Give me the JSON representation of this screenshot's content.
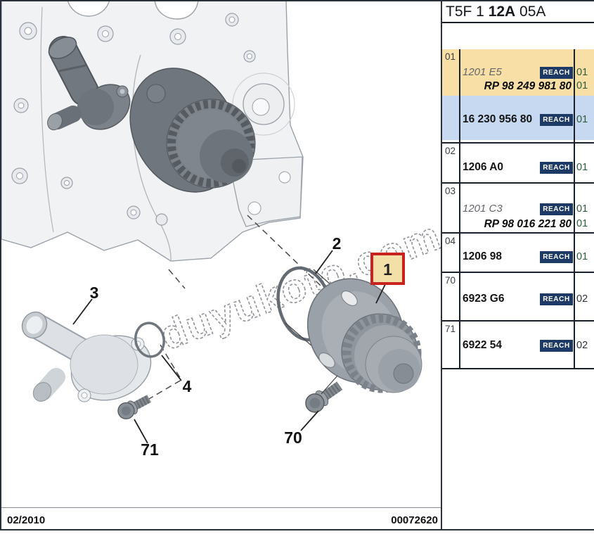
{
  "page": {
    "title_code": {
      "prefix": "T5F 1 ",
      "bold": "12A",
      "suffix": " 05A"
    }
  },
  "footer": {
    "date": "02/2010",
    "doc_number": "00072620"
  },
  "watermark": "duyukoto.com",
  "diagram": {
    "labels": {
      "water_pump": "1",
      "gasket_large": "2",
      "thermostat_housing": "3",
      "oring_small": "4",
      "bolt_water_pump": "70",
      "bolt_housing": "71"
    }
  },
  "colors": {
    "highlight_yellow": "#F7DFA6",
    "highlight_blue": "#C6D9F1",
    "reach_badge_bg": "#1D3966",
    "qty_green": "#2F5A38",
    "callout_box_border": "#C8231E",
    "callout_box_bg": "#F3E0A9"
  },
  "table": {
    "reach_label": "REACH",
    "sections": [
      {
        "ref": "01",
        "lines": [
          {
            "part": "1201 E5",
            "qty": "01"
          },
          {
            "part": "RP 98 249 981 80",
            "qty": "01"
          },
          {
            "part": "16 230 956 80",
            "qty": "01"
          }
        ]
      },
      {
        "ref": "02",
        "lines": [
          {
            "part": "1206 A0",
            "qty": "01"
          }
        ]
      },
      {
        "ref": "03",
        "lines": [
          {
            "part": "1201 C3",
            "qty": "01"
          },
          {
            "part": "RP 98 016 221 80",
            "qty": "01"
          }
        ]
      },
      {
        "ref": "04",
        "lines": [
          {
            "part": "1206 98",
            "qty": "01"
          }
        ]
      },
      {
        "ref": "70",
        "lines": [
          {
            "part": "6923 G6",
            "qty": "02"
          }
        ]
      },
      {
        "ref": "71",
        "lines": [
          {
            "part": "6922 54",
            "qty": "02"
          }
        ]
      }
    ]
  }
}
